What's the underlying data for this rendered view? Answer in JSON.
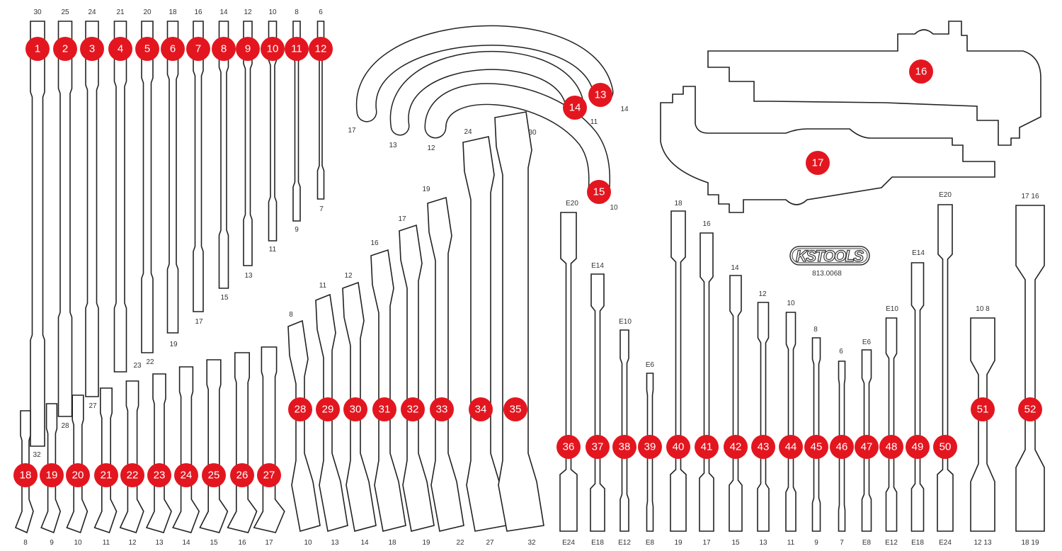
{
  "colors": {
    "badge": "#e3161f",
    "outline": "#222222"
  },
  "logo": {
    "brand": "KS TOOLS",
    "article": "813.0068"
  },
  "tools": [
    {
      "n": "1",
      "top": "30",
      "bottom": "32"
    },
    {
      "n": "2",
      "top": "25",
      "bottom": "28"
    },
    {
      "n": "3",
      "top": "24",
      "bottom": "27"
    },
    {
      "n": "4",
      "top": "21",
      "bottom": "23"
    },
    {
      "n": "5",
      "top": "20",
      "bottom": "22"
    },
    {
      "n": "6",
      "top": "18",
      "bottom": "19"
    },
    {
      "n": "7",
      "top": "16",
      "bottom": "17"
    },
    {
      "n": "8",
      "top": "14",
      "bottom": "15"
    },
    {
      "n": "9",
      "top": "12",
      "bottom": "13"
    },
    {
      "n": "10",
      "top": "10",
      "bottom": "11"
    },
    {
      "n": "11",
      "top": "8",
      "bottom": "9"
    },
    {
      "n": "12",
      "top": "6",
      "bottom": "7"
    },
    {
      "n": "13",
      "top": "14",
      "bottom": ""
    },
    {
      "n": "14",
      "top": "11",
      "bottom": ""
    },
    {
      "n": "15",
      "top": "10",
      "bottom": ""
    },
    {
      "n": "16",
      "top": "",
      "bottom": ""
    },
    {
      "n": "17",
      "top": "",
      "bottom": ""
    },
    {
      "n": "18",
      "top": "",
      "bottom": "8"
    },
    {
      "n": "19",
      "top": "",
      "bottom": "9"
    },
    {
      "n": "20",
      "top": "",
      "bottom": "10"
    },
    {
      "n": "21",
      "top": "",
      "bottom": "11"
    },
    {
      "n": "22",
      "top": "",
      "bottom": "12"
    },
    {
      "n": "23",
      "top": "",
      "bottom": "13"
    },
    {
      "n": "24",
      "top": "",
      "bottom": "14"
    },
    {
      "n": "25",
      "top": "",
      "bottom": "15"
    },
    {
      "n": "26",
      "top": "",
      "bottom": "16"
    },
    {
      "n": "27",
      "top": "",
      "bottom": "17"
    },
    {
      "n": "28",
      "top": "8",
      "bottom": "10"
    },
    {
      "n": "29",
      "top": "11",
      "bottom": "13"
    },
    {
      "n": "30",
      "top": "12",
      "bottom": "14"
    },
    {
      "n": "31",
      "top": "16",
      "bottom": "18"
    },
    {
      "n": "32",
      "top": "17",
      "bottom": "19"
    },
    {
      "n": "33",
      "top": "19",
      "bottom": "22"
    },
    {
      "n": "34",
      "top": "24",
      "bottom": "27"
    },
    {
      "n": "35",
      "top": "30",
      "bottom": "32"
    },
    {
      "n": "36",
      "top": "E20",
      "bottom": "E24"
    },
    {
      "n": "37",
      "top": "E14",
      "bottom": "E18"
    },
    {
      "n": "38",
      "top": "E10",
      "bottom": "E12"
    },
    {
      "n": "39",
      "top": "E6",
      "bottom": "E8"
    },
    {
      "n": "40",
      "top": "18",
      "bottom": "19"
    },
    {
      "n": "41",
      "top": "16",
      "bottom": "17"
    },
    {
      "n": "42",
      "top": "14",
      "bottom": "15"
    },
    {
      "n": "43",
      "top": "12",
      "bottom": "13"
    },
    {
      "n": "44",
      "top": "10",
      "bottom": "11"
    },
    {
      "n": "45",
      "top": "8",
      "bottom": "9"
    },
    {
      "n": "46",
      "top": "6",
      "bottom": "7"
    },
    {
      "n": "47",
      "top": "E6",
      "bottom": "E8"
    },
    {
      "n": "48",
      "top": "E10",
      "bottom": "E12"
    },
    {
      "n": "49",
      "top": "E14",
      "bottom": "E18"
    },
    {
      "n": "50",
      "top": "E20",
      "bottom": "E24"
    },
    {
      "n": "51",
      "top": "10  8",
      "bottom": "12  13"
    },
    {
      "n": "52",
      "top": "17  16",
      "bottom": "18  19"
    }
  ],
  "hook_labels": [
    "17",
    "13",
    "12"
  ]
}
